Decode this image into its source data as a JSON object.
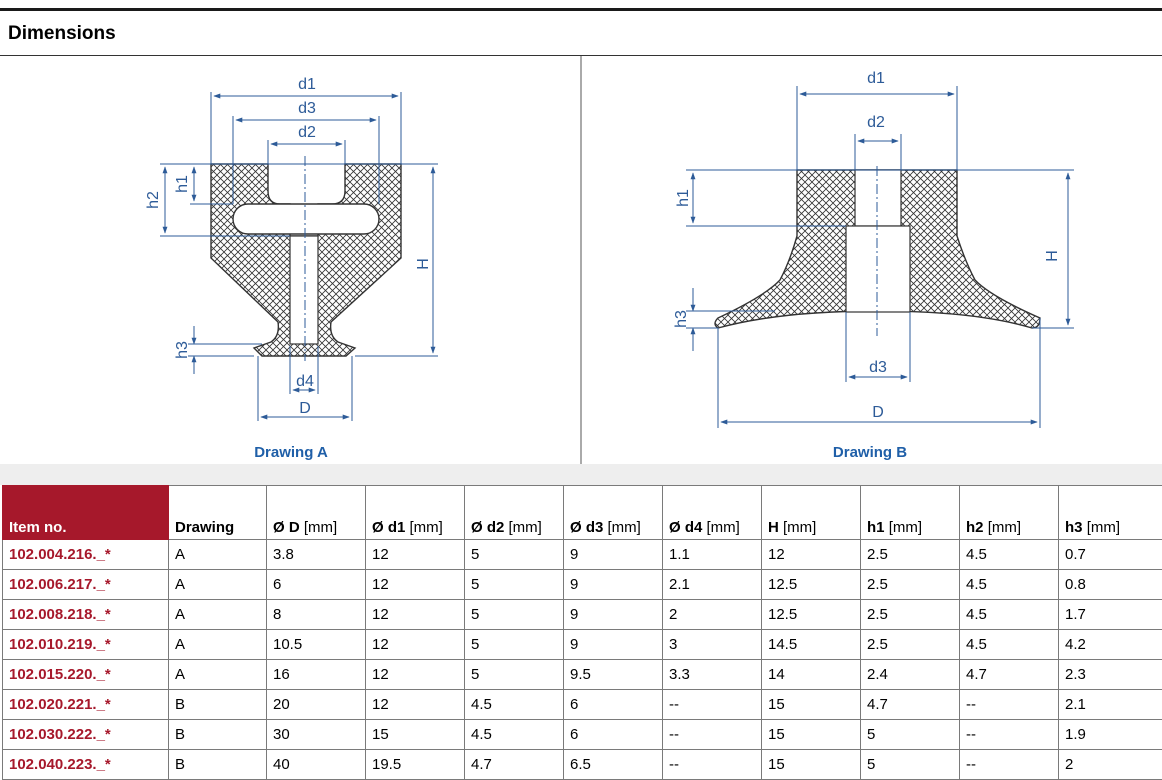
{
  "section": {
    "title": "Dimensions"
  },
  "drawing_a": {
    "caption": "Drawing A",
    "labels": {
      "d1": "d1",
      "d3": "d3",
      "d2": "d2",
      "h2": "h2",
      "h1": "h1",
      "H": "H",
      "h3": "h3",
      "d4": "d4",
      "D": "D"
    }
  },
  "drawing_b": {
    "caption": "Drawing B",
    "labels": {
      "d1": "d1",
      "d2": "d2",
      "h1": "h1",
      "H": "H",
      "h3": "h3",
      "d3": "d3",
      "D": "D"
    }
  },
  "colors": {
    "dimension": "#2d5b98",
    "caption": "#1f5fa8",
    "item_header_bg": "#a6182b",
    "item_text": "#a6182b"
  },
  "table": {
    "headers": {
      "item": "Item no.",
      "drawing": "Drawing",
      "D": {
        "sym": "Ø D",
        "unit": "[mm]"
      },
      "d1": {
        "sym": "Ø d1",
        "unit": "[mm]"
      },
      "d2": {
        "sym": "Ø d2",
        "unit": "[mm]"
      },
      "d3": {
        "sym": "Ø d3",
        "unit": "[mm]"
      },
      "d4": {
        "sym": "Ø d4",
        "unit": "[mm]"
      },
      "H": {
        "sym": "H",
        "unit": "[mm]"
      },
      "h1": {
        "sym": "h1",
        "unit": "[mm]"
      },
      "h2": {
        "sym": "h2",
        "unit": "[mm]"
      },
      "h3": {
        "sym": "h3",
        "unit": "[mm]"
      }
    },
    "rows": [
      [
        "102.004.216._*",
        "A",
        "3.8",
        "12",
        "5",
        "9",
        "1.1",
        "12",
        "2.5",
        "4.5",
        "0.7"
      ],
      [
        "102.006.217._*",
        "A",
        "6",
        "12",
        "5",
        "9",
        "2.1",
        "12.5",
        "2.5",
        "4.5",
        "0.8"
      ],
      [
        "102.008.218._*",
        "A",
        "8",
        "12",
        "5",
        "9",
        "2",
        "12.5",
        "2.5",
        "4.5",
        "1.7"
      ],
      [
        "102.010.219._*",
        "A",
        "10.5",
        "12",
        "5",
        "9",
        "3",
        "14.5",
        "2.5",
        "4.5",
        "4.2"
      ],
      [
        "102.015.220._*",
        "A",
        "16",
        "12",
        "5",
        "9.5",
        "3.3",
        "14",
        "2.4",
        "4.7",
        "2.3"
      ],
      [
        "102.020.221._*",
        "B",
        "20",
        "12",
        "4.5",
        "6",
        "--",
        "15",
        "4.7",
        "--",
        "2.1"
      ],
      [
        "102.030.222._*",
        "B",
        "30",
        "15",
        "4.5",
        "6",
        "--",
        "15",
        "5",
        "--",
        "1.9"
      ],
      [
        "102.040.223._*",
        "B",
        "40",
        "19.5",
        "4.7",
        "6.5",
        "--",
        "15",
        "5",
        "--",
        "2"
      ]
    ]
  }
}
